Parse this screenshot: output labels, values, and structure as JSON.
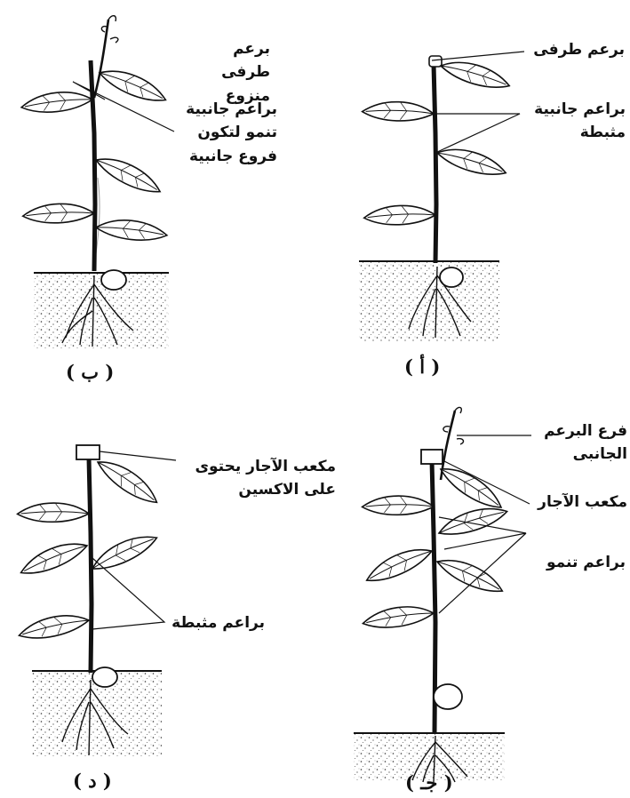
{
  "panels": {
    "b": {
      "caption": "( ب )",
      "label_terminal_removed": "برعم طرفى\nمنزوع",
      "label_lateral_growing": "براعم جانبية\nتنمو لتكون\nفروع جانبية"
    },
    "a": {
      "caption": "( أ )",
      "label_terminal": "برعم طرفى",
      "label_lateral_inhibited": "براعم جانبية\nمثبطة"
    },
    "d": {
      "caption": "( د )",
      "label_agar_auxin": "مكعب الآجار يحتوى\nعلى الاكسين",
      "label_buds_inhibited": "براعم مثبطة"
    },
    "j": {
      "caption": "( جـ )",
      "label_branch_lateral": "فرع البرعم\nالجانبى",
      "label_agar": "مكعب الآجار",
      "label_buds_growing": "براعم تنمو"
    }
  },
  "colors": {
    "ink": "#111111",
    "soil_dot": "#333333"
  }
}
